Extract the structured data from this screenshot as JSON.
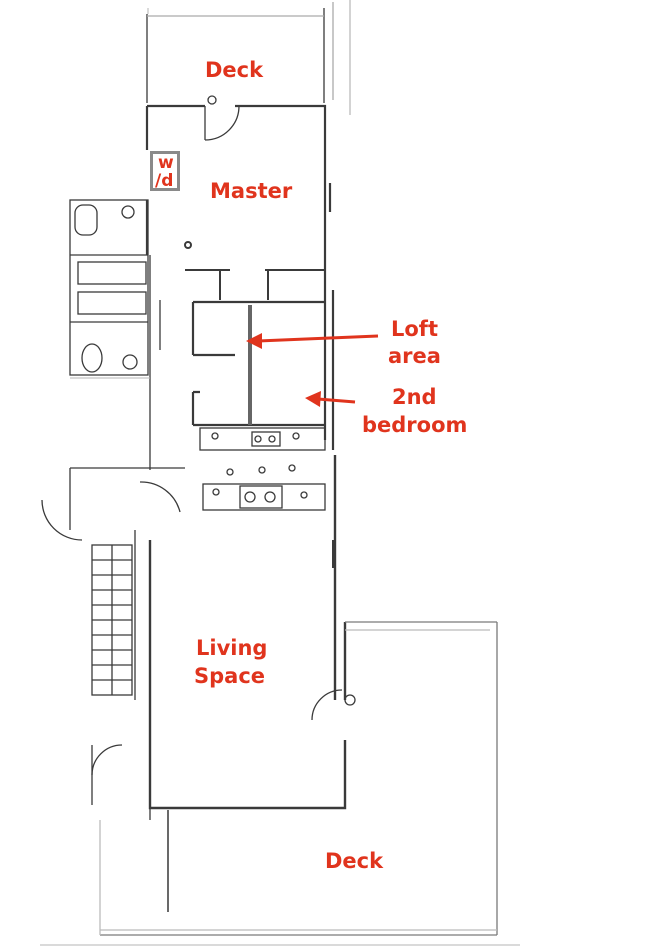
{
  "colors": {
    "label": "#e0341d",
    "line": "#3a3a3a",
    "faint": "#9a9a9a",
    "wd_box": "#8a8a8a"
  },
  "rooms": {
    "deck_top": "Deck",
    "master": "Master",
    "wd_line1": "w",
    "wd_line2": "/d",
    "loft_line1": "Loft",
    "loft_line2": "area",
    "bedroom2_line1": "2nd",
    "bedroom2_line2": "bedroom",
    "living_line1": "Living",
    "living_line2": "Space",
    "deck_bottom": "Deck"
  }
}
